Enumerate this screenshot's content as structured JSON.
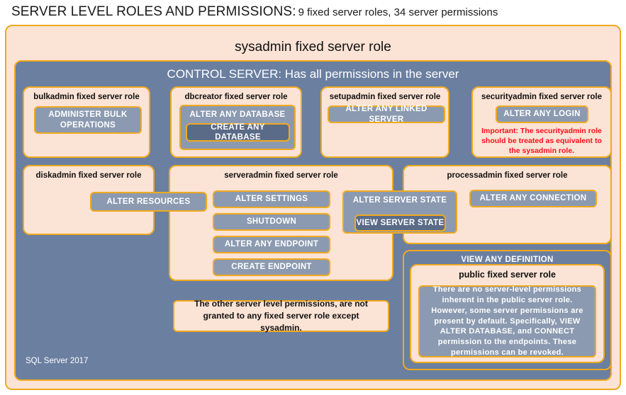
{
  "title": {
    "main": "SERVER LEVEL ROLES AND PERMISSIONS:",
    "sub": "9 fixed server roles, 34 server permissions"
  },
  "outer_role": "sysadmin  fixed  server  role",
  "control_server_banner": "CONTROL SERVER: Has all permissions in the server",
  "footer": "SQL Server 2017",
  "roles": {
    "bulkadmin": {
      "title": "bulkadmin  fixed server role",
      "permission": "ADMINISTER  BULK OPERATIONS"
    },
    "dbcreator": {
      "title": "dbcreator fixed server role",
      "permission_outer": "ALTER ANY DATABASE",
      "permission_inner": "CREATE  ANY DATABASE"
    },
    "setupadmin": {
      "title": "setupadmin  fixed server role",
      "permission": "ALTER ANY LINKED SERVER"
    },
    "securityadmin": {
      "title": "securityadmin  fixed server role",
      "permission": "ALTER ANY LOGIN",
      "warning": "Important:  The securityadmin role should  be treated as equivalent to the sysadmin role."
    },
    "diskadmin": {
      "title": "diskadmin  fixed server role",
      "permission": "ALTER RESOURCES"
    },
    "serveradmin": {
      "title": "serveradmin fixed server role",
      "permissions": [
        "ALTER SETTINGS",
        "SHUTDOWN",
        "ALTER ANY ENDPOINT",
        "CREATE  ENDPOINT"
      ]
    },
    "server_state": {
      "permission_outer": "ALTER SERVER  STATE",
      "permission_inner": "VIEW SERVER  STATE"
    },
    "processadmin": {
      "title": "processadmin fixed server role",
      "permission": "ALTER ANY CONNECTION"
    },
    "public": {
      "permission_banner": "VIEW ANY DEFINITION",
      "title": "public  fixed server role",
      "description": "There are no server-level permissions inherent in the public server role. However, some server permissions are present by default. Specifically, VIEW ALTER DATABASE, and CONNECT permission to the endpoints. These permissions can be revoked."
    }
  },
  "other_permissions_note": "The other server level permissions,  are not granted to any fixed server role except sysadmin.",
  "colors": {
    "peach": "#fbe3d5",
    "gold_border": "#f0a91e",
    "slate_panel": "#6b7fa0",
    "permission_fill": "#8b9ab0",
    "permission_fill_dark": "#5a6b87",
    "warning_red": "#fc0d1b"
  }
}
